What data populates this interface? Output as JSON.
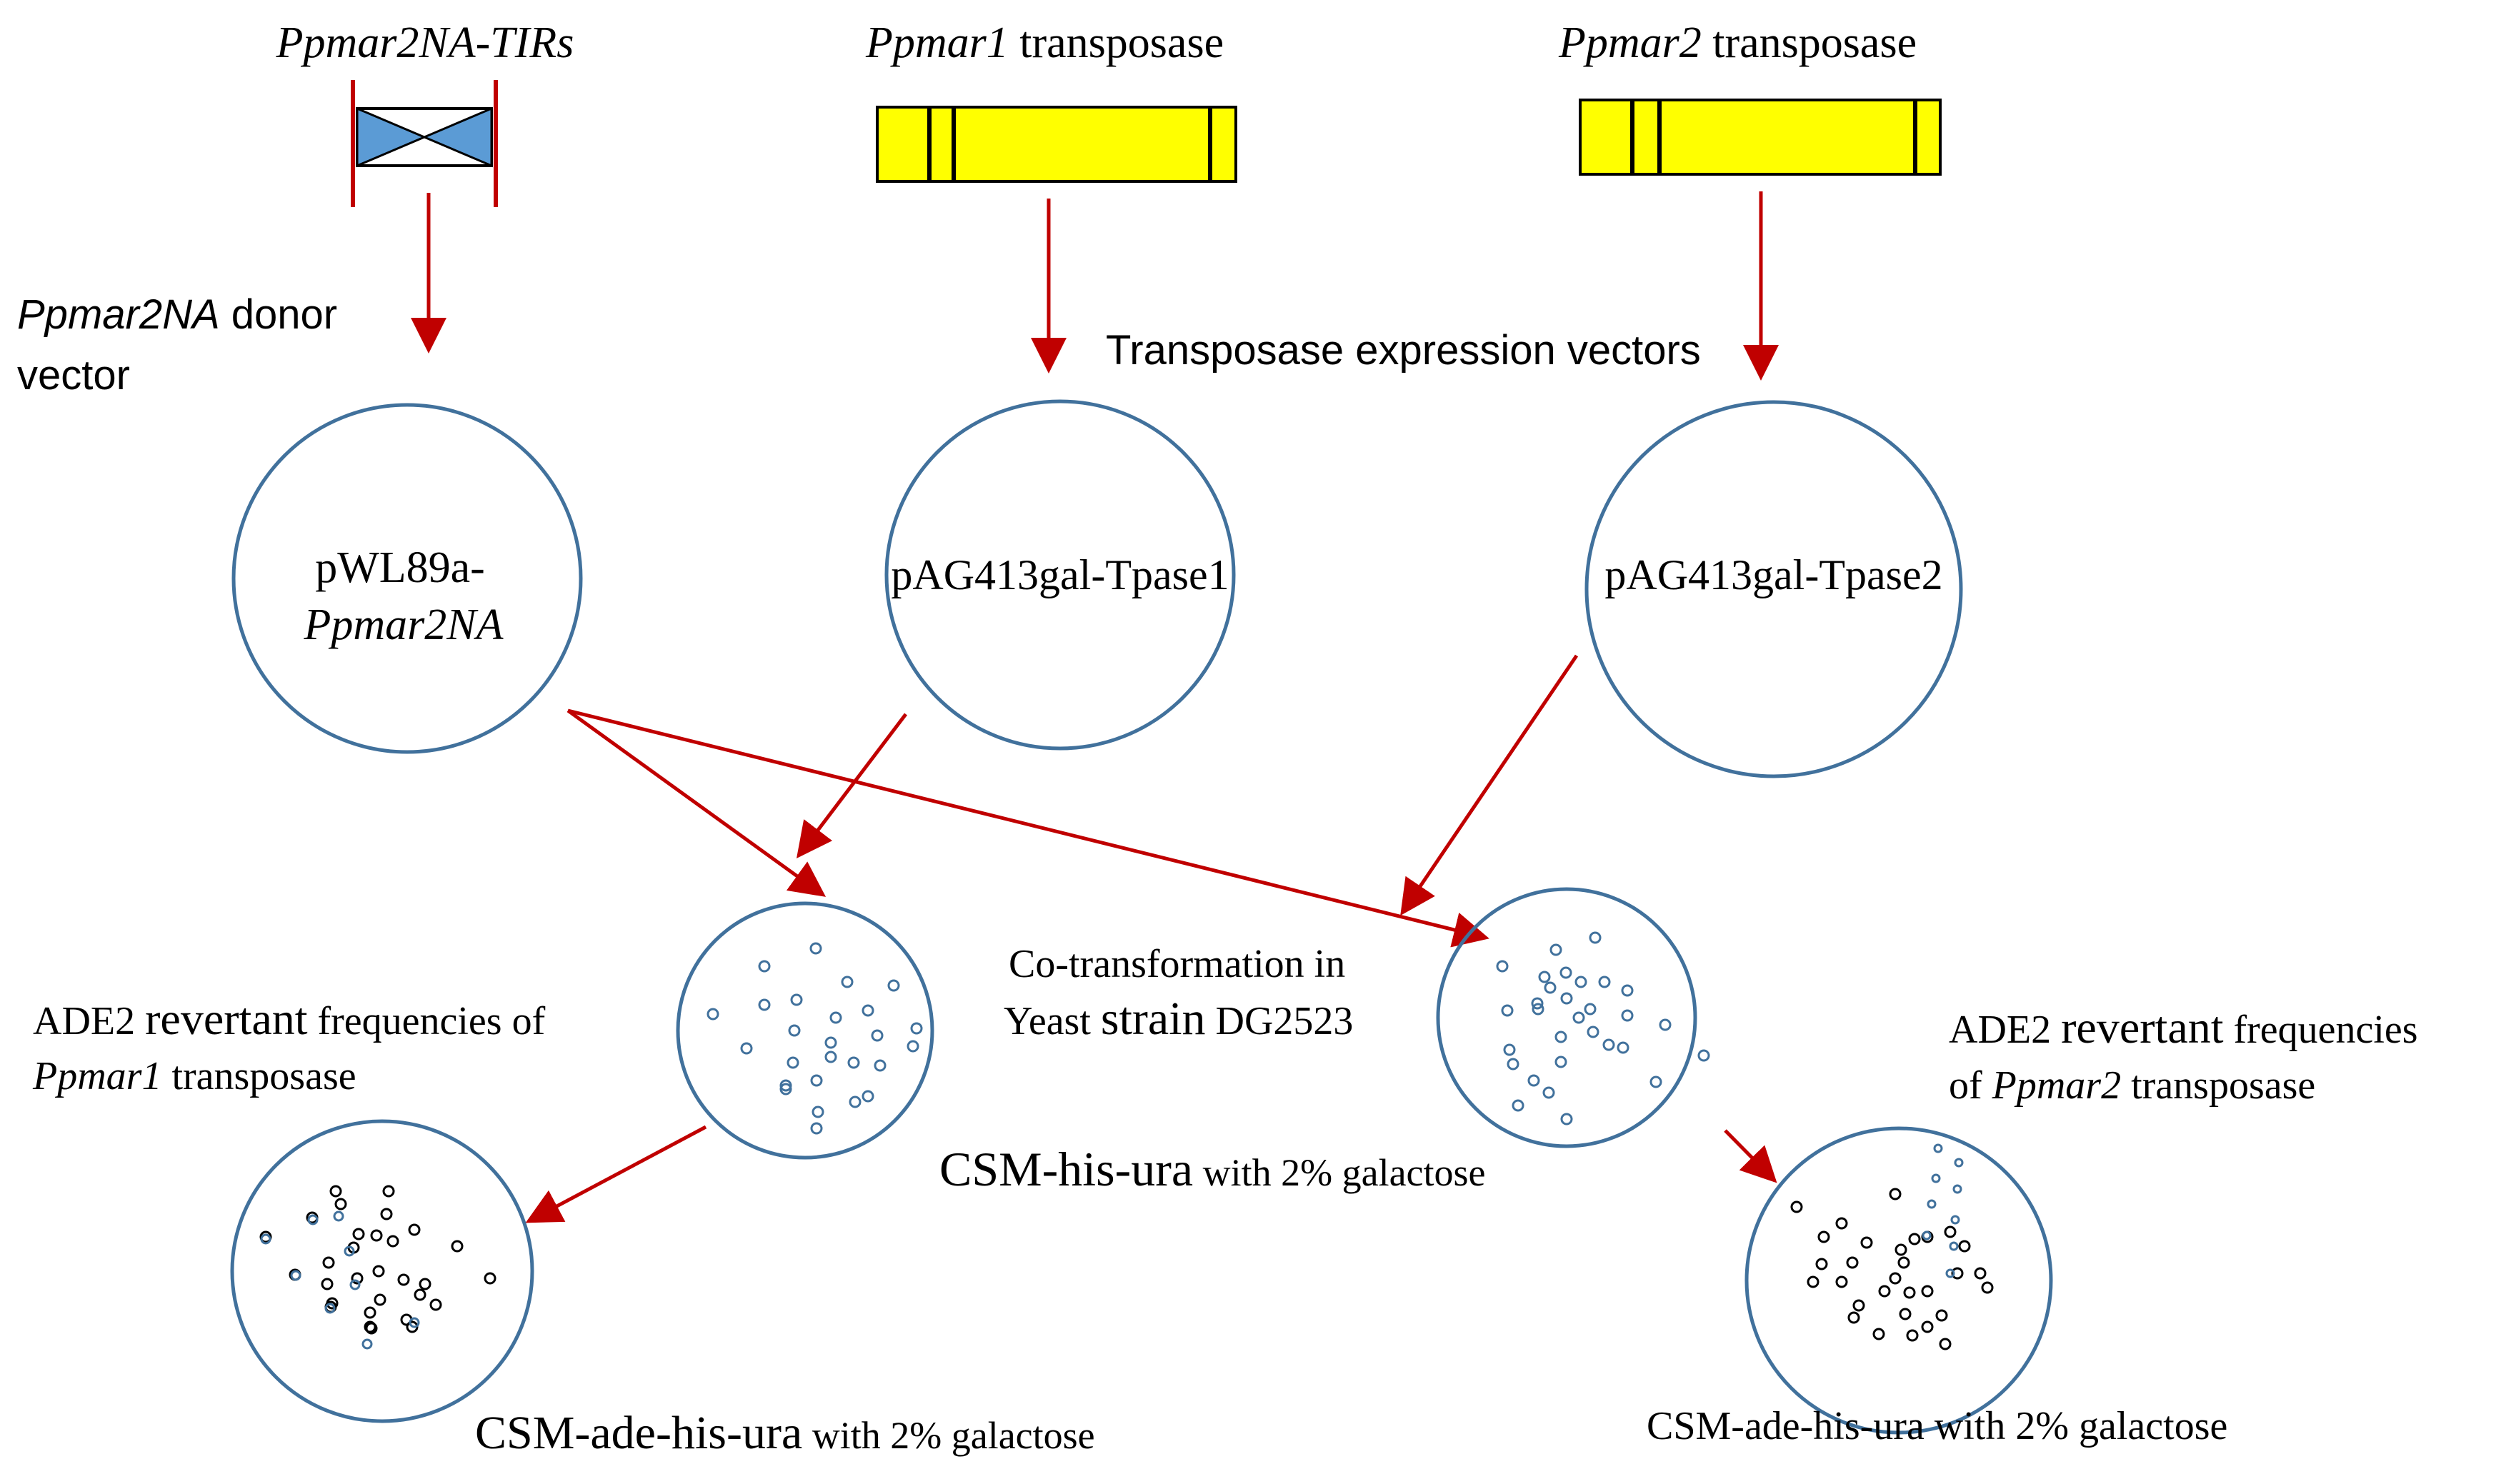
{
  "colors": {
    "arrow": "#c00000",
    "circle_stroke": "#41719c",
    "gene_fill": "#ffff00",
    "tir_fill": "#5b9bd5",
    "colony_blue": "#41719c",
    "colony_black": "#000000"
  },
  "labels": {
    "tirs": "Ppmar2NA-TIRs",
    "tpase1_gene_italic": "Ppmar1",
    "tpase1_gene_rest": " transposase",
    "tpase2_gene_italic": "Ppmar2",
    "tpase2_gene_rest": " transposase",
    "donor_line1_italic": "Ppmar2NA",
    "donor_line1_rest": " donor",
    "donor_line2": "vector",
    "expression_vectors": "Transposase expression vectors",
    "plasmid1_line1": "pWL89a-",
    "plasmid1_line2": "Ppmar2NA",
    "plasmid2": "pAG413gal-Tpase1",
    "plasmid3": "pAG413gal-Tpase2",
    "cotransform_line1": "Co-transformation in",
    "cotransform_line2_a": "Yeast ",
    "cotransform_line2_b": "strain",
    "cotransform_line2_c": " DG2523",
    "ade2_left_line1_a": "ADE2 ",
    "ade2_left_line1_b": "revertant",
    "ade2_left_line1_c": " frequencies of",
    "ade2_left_line2_italic": "Ppmar1",
    "ade2_left_line2_rest": " transposase",
    "ade2_right_line1_a": "ADE2 ",
    "ade2_right_line1_b": "revertant",
    "ade2_right_line1_c": " frequencies",
    "ade2_right_line2_a": "of ",
    "ade2_right_line2_italic": "Ppmar2",
    "ade2_right_line2_rest": " transposase",
    "media_mid_big": "CSM-his-ura",
    "media_mid_small": " with 2% galactose",
    "media_left_big": "CSM-ade-his-ura",
    "media_left_small": " with 2% galactose",
    "media_right": "CSM-ade-his-ura with 2% galactose"
  }
}
